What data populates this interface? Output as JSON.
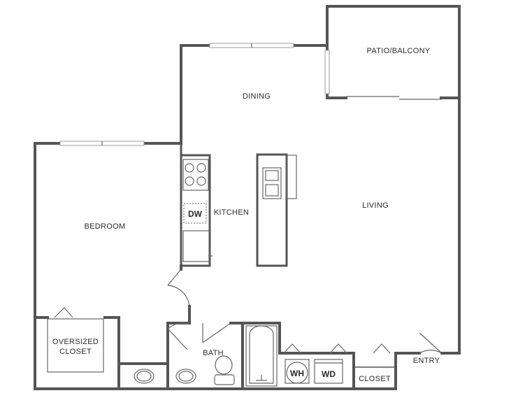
{
  "rooms": {
    "patio": "PATIO/BALCONY",
    "dining": "DINING",
    "kitchen": "KITCHEN",
    "living": "LIVING",
    "bedroom": "BEDROOM",
    "closet_line1": "OVERSIZED",
    "closet_line2": "CLOSET",
    "bath": "BATH",
    "closet": "CLOSET",
    "entry": "ENTRY"
  },
  "appliances": {
    "dishwasher": "DW",
    "water_heater": "WH",
    "washer_dryer": "WD"
  },
  "colors": {
    "wall": "#555555",
    "text": "#2b2b2b",
    "background": "#ffffff"
  }
}
